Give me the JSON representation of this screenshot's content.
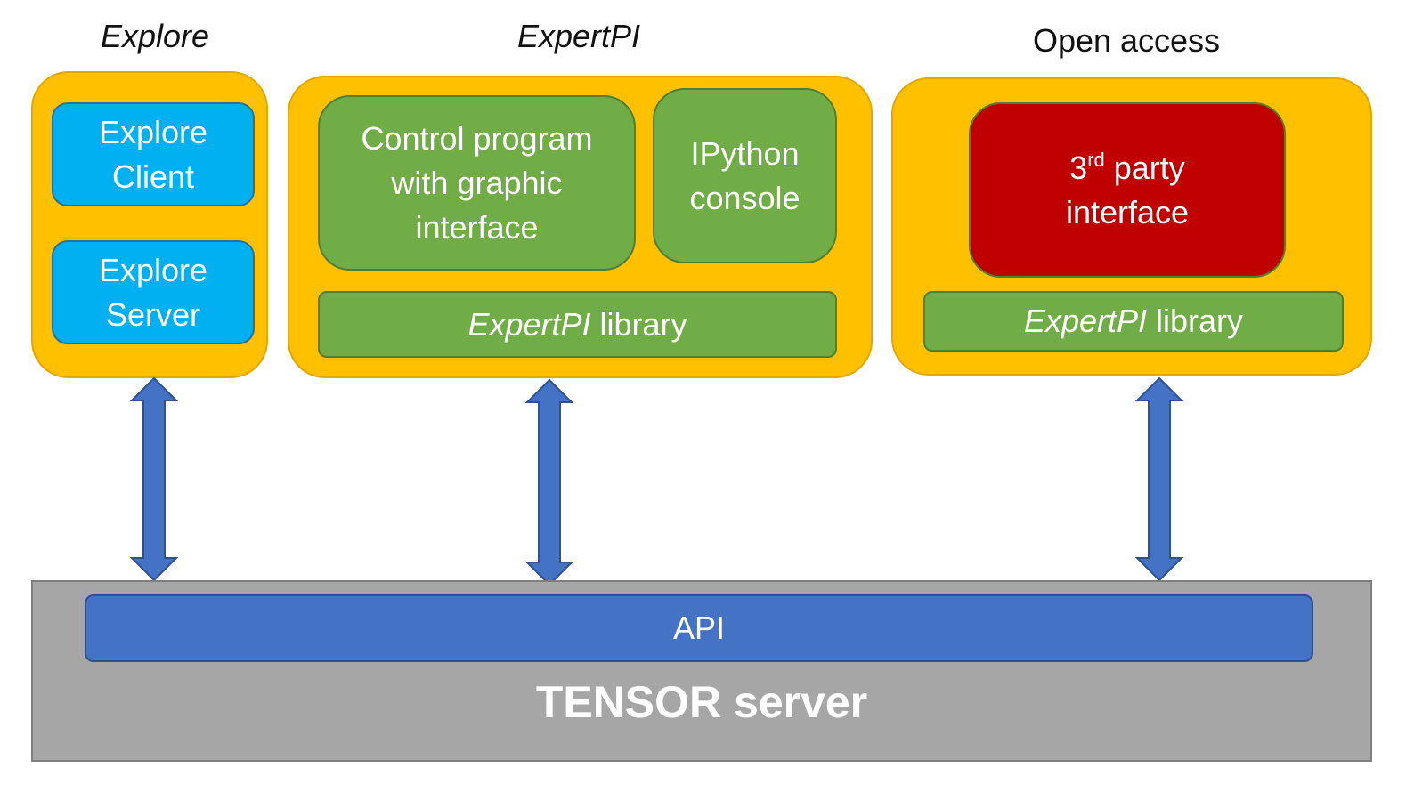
{
  "headings": {
    "explore": "Explore",
    "expertpi": "ExpertPI",
    "open_access": "Open access"
  },
  "explore_group": {
    "client_label": "Explore\nClient",
    "server_label": "Explore\nServer"
  },
  "expertpi_group": {
    "control_program_label": "Control program\nwith graphic\ninterface",
    "ipython_label": "IPython\nconsole",
    "library_name": "ExpertPI",
    "library_suffix": " library"
  },
  "open_access_group": {
    "third_party_number": "3",
    "third_party_sup": "rd",
    "third_party_rest": " party",
    "third_party_line2": "interface",
    "library_name": "ExpertPI",
    "library_suffix": " library"
  },
  "server": {
    "api_label": "API",
    "name": "TENSOR server"
  },
  "colors": {
    "group_fill": "#ffc000",
    "explore_box": "#00b0f0",
    "green_box": "#70ad47",
    "third_party_box": "#c00000",
    "api_bar": "#4472c4",
    "server_fill": "#a6a6a6",
    "arrow": "#4472c4"
  },
  "icons": {
    "connector": "double-headed-arrow"
  }
}
